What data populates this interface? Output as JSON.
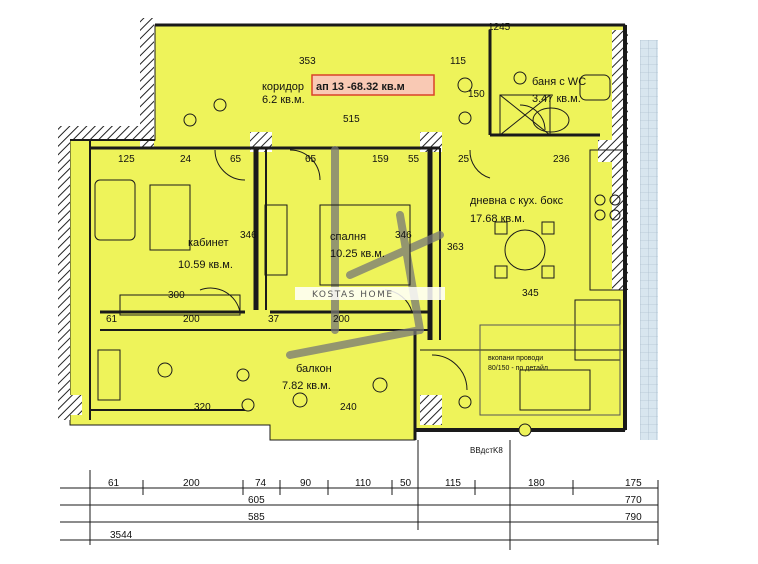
{
  "colors": {
    "floor": "#eef35a",
    "wall": "#1a1a1a",
    "hatch": "#777777",
    "label_border": "#d9432a",
    "label_bg": "#f9c9b4",
    "watermark_bg": "#ffffff"
  },
  "banner": {
    "text": "ап 13 -68.32 кв.м"
  },
  "watermark": {
    "text": "KOSTAS HOME"
  },
  "rooms": [
    {
      "name": "коридор",
      "area": "6.2 кв.м."
    },
    {
      "name": "баня с WC",
      "area": "3.47 кв.м."
    },
    {
      "name": "кабинет",
      "area": "10.59 кв.м."
    },
    {
      "name": "спалня",
      "area": "10.25 кв.м."
    },
    {
      "name": "дневна с кух. бокс",
      "area": "17.68 кв.м."
    },
    {
      "name": "балкон",
      "area": "7.82 кв.м."
    }
  ],
  "note": {
    "line1": "вкопани проводи",
    "line2": "80/150 - по детайл"
  },
  "dimensions": {
    "top": [
      "353",
      "115",
      "150",
      "515"
    ],
    "inner": [
      "125",
      "24",
      "65",
      "65",
      "159",
      "55",
      "25",
      "236",
      "346",
      "346",
      "363",
      "345",
      "300",
      "200",
      "61",
      "37",
      "200",
      "320",
      "240"
    ],
    "row1": [
      "61",
      "200",
      "74",
      "90",
      "110",
      "50",
      "115",
      "180",
      "175"
    ],
    "row2": [
      "605",
      "770"
    ],
    "row3": [
      "585",
      "790"
    ],
    "row4": [
      "3544"
    ]
  },
  "tags": [
    "BBдстK8",
    "1245"
  ]
}
